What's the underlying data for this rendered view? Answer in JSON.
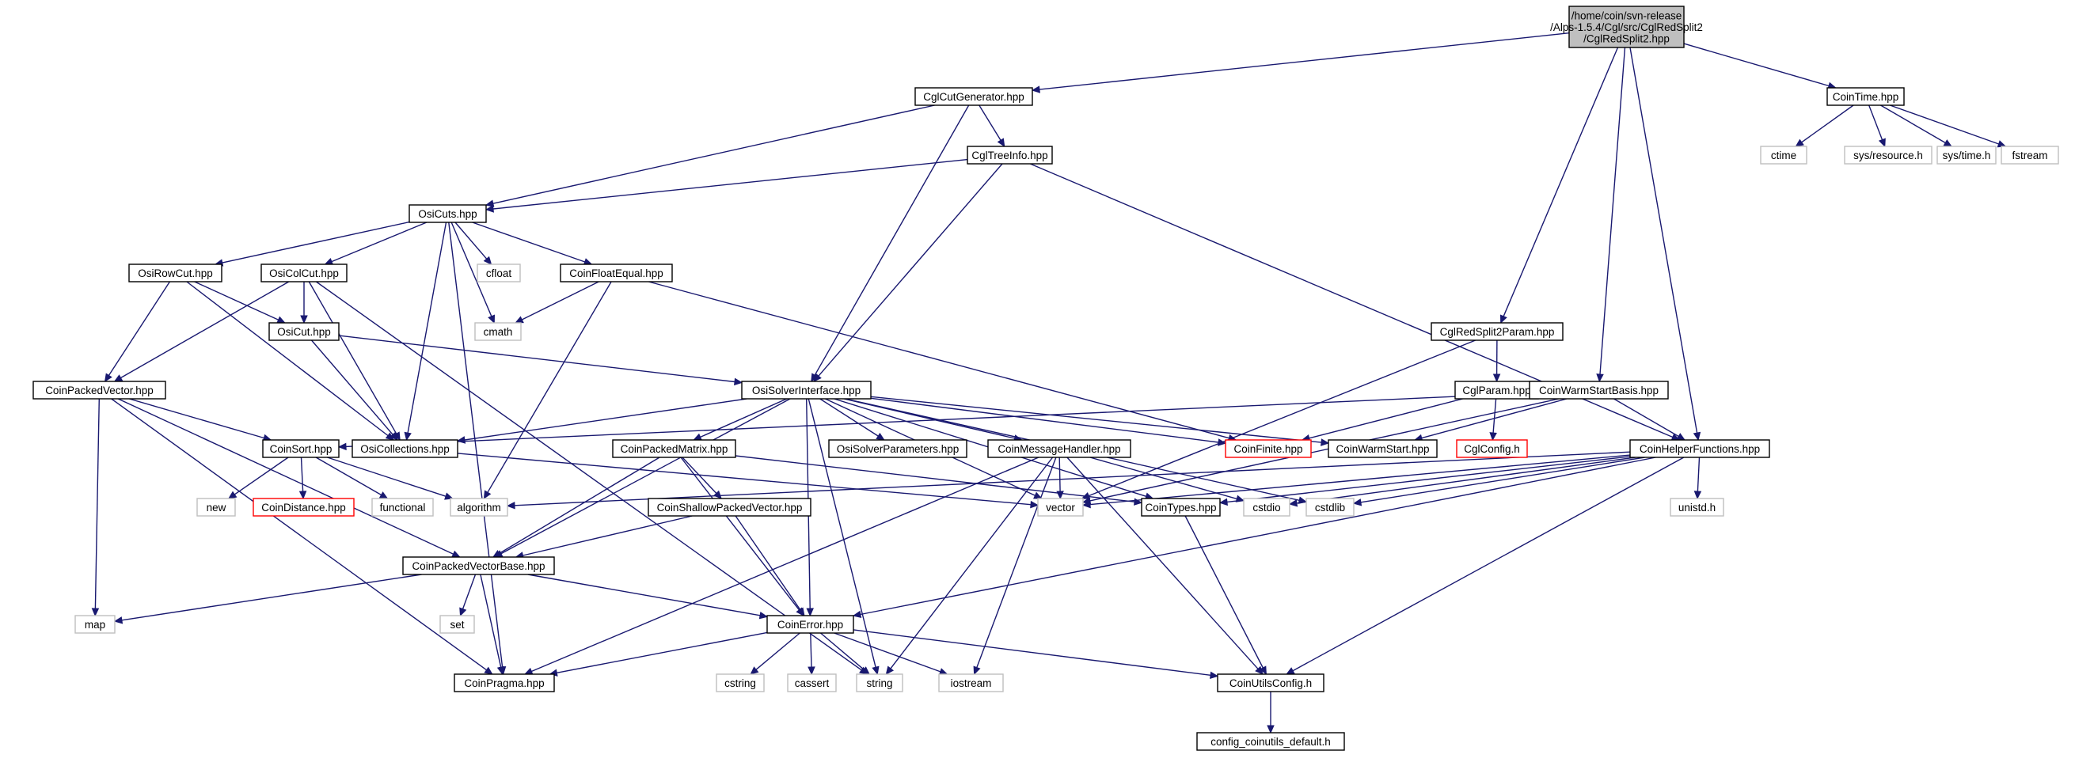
{
  "colors": {
    "edge": "#191970",
    "root_fill": "#bfbfbf",
    "node_border": "#000000",
    "system_border": "#bfbfbf",
    "truncated_border": "#ff0000",
    "text": "#000000"
  },
  "nodes": {
    "root": {
      "lines": [
        "/home/coin/svn-release",
        "/Alps-1.5.4/Cgl/src/CglRedSplit2",
        "/CglRedSplit2.hpp"
      ],
      "kind": "root"
    },
    "cglcutgen": {
      "lines": [
        "CglCutGenerator.hpp"
      ],
      "kind": "normal"
    },
    "cointime": {
      "lines": [
        "CoinTime.hpp"
      ],
      "kind": "normal"
    },
    "ctime": {
      "lines": [
        "ctime"
      ],
      "kind": "system"
    },
    "sysres": {
      "lines": [
        "sys/resource.h"
      ],
      "kind": "system"
    },
    "systime": {
      "lines": [
        "sys/time.h"
      ],
      "kind": "system"
    },
    "fstream": {
      "lines": [
        "fstream"
      ],
      "kind": "system"
    },
    "cgltreeinfo": {
      "lines": [
        "CglTreeInfo.hpp"
      ],
      "kind": "normal"
    },
    "osicuts": {
      "lines": [
        "OsiCuts.hpp"
      ],
      "kind": "normal"
    },
    "osirowcut": {
      "lines": [
        "OsiRowCut.hpp"
      ],
      "kind": "normal"
    },
    "osicolcut": {
      "lines": [
        "OsiColCut.hpp"
      ],
      "kind": "normal"
    },
    "cfloat": {
      "lines": [
        "cfloat"
      ],
      "kind": "system"
    },
    "coinfloatequal": {
      "lines": [
        "CoinFloatEqual.hpp"
      ],
      "kind": "normal"
    },
    "cmath": {
      "lines": [
        "cmath"
      ],
      "kind": "system"
    },
    "osicut": {
      "lines": [
        "OsiCut.hpp"
      ],
      "kind": "normal"
    },
    "cglredsplit2param": {
      "lines": [
        "CglRedSplit2Param.hpp"
      ],
      "kind": "normal"
    },
    "cglparam": {
      "lines": [
        "CglParam.hpp"
      ],
      "kind": "normal"
    },
    "coinwarmstartbasis": {
      "lines": [
        "CoinWarmStartBasis.hpp"
      ],
      "kind": "normal"
    },
    "coinpackedvector": {
      "lines": [
        "CoinPackedVector.hpp"
      ],
      "kind": "normal"
    },
    "osisolverinterface": {
      "lines": [
        "OsiSolverInterface.hpp"
      ],
      "kind": "normal"
    },
    "coinsort": {
      "lines": [
        "CoinSort.hpp"
      ],
      "kind": "normal"
    },
    "osicollections": {
      "lines": [
        "OsiCollections.hpp"
      ],
      "kind": "normal"
    },
    "coinpackedmatrix": {
      "lines": [
        "CoinPackedMatrix.hpp"
      ],
      "kind": "normal"
    },
    "osisolverparams": {
      "lines": [
        "OsiSolverParameters.hpp"
      ],
      "kind": "normal"
    },
    "coinmessagehandler": {
      "lines": [
        "CoinMessageHandler.hpp"
      ],
      "kind": "normal"
    },
    "coinfinite": {
      "lines": [
        "CoinFinite.hpp"
      ],
      "kind": "truncated"
    },
    "coinwarmstart": {
      "lines": [
        "CoinWarmStart.hpp"
      ],
      "kind": "normal"
    },
    "cglconfig": {
      "lines": [
        "CglConfig.h"
      ],
      "kind": "truncated"
    },
    "coinhelperfunctions": {
      "lines": [
        "CoinHelperFunctions.hpp"
      ],
      "kind": "normal"
    },
    "new": {
      "lines": [
        "new"
      ],
      "kind": "system"
    },
    "coindistance": {
      "lines": [
        "CoinDistance.hpp"
      ],
      "kind": "truncated"
    },
    "functional": {
      "lines": [
        "functional"
      ],
      "kind": "system"
    },
    "algorithm": {
      "lines": [
        "algorithm"
      ],
      "kind": "system"
    },
    "coinshallowpackedvector": {
      "lines": [
        "CoinShallowPackedVector.hpp"
      ],
      "kind": "normal"
    },
    "vector": {
      "lines": [
        "vector"
      ],
      "kind": "system"
    },
    "cointypes": {
      "lines": [
        "CoinTypes.hpp"
      ],
      "kind": "normal"
    },
    "cstdio": {
      "lines": [
        "cstdio"
      ],
      "kind": "system"
    },
    "cstdlib": {
      "lines": [
        "cstdlib"
      ],
      "kind": "system"
    },
    "unistd": {
      "lines": [
        "unistd.h"
      ],
      "kind": "system"
    },
    "coinpackedvectorbase": {
      "lines": [
        "CoinPackedVectorBase.hpp"
      ],
      "kind": "normal"
    },
    "map": {
      "lines": [
        "map"
      ],
      "kind": "system"
    },
    "set": {
      "lines": [
        "set"
      ],
      "kind": "system"
    },
    "coinerror": {
      "lines": [
        "CoinError.hpp"
      ],
      "kind": "normal"
    },
    "coinpragma": {
      "lines": [
        "CoinPragma.hpp"
      ],
      "kind": "normal"
    },
    "cstring": {
      "lines": [
        "cstring"
      ],
      "kind": "system"
    },
    "cassert": {
      "lines": [
        "cassert"
      ],
      "kind": "system"
    },
    "string": {
      "lines": [
        "string"
      ],
      "kind": "system"
    },
    "iostream": {
      "lines": [
        "iostream"
      ],
      "kind": "system"
    },
    "coinutilsconfig": {
      "lines": [
        "CoinUtilsConfig.h"
      ],
      "kind": "normal"
    },
    "configdefault": {
      "lines": [
        "config_coinutils_default.h"
      ],
      "kind": "normal"
    }
  },
  "edges": [
    [
      "root",
      "cglcutgen"
    ],
    [
      "root",
      "cointime"
    ],
    [
      "root",
      "cglredsplit2param"
    ],
    [
      "root",
      "coinwarmstartbasis"
    ],
    [
      "root",
      "coinhelperfunctions"
    ],
    [
      "cointime",
      "ctime"
    ],
    [
      "cointime",
      "sysres"
    ],
    [
      "cointime",
      "systime"
    ],
    [
      "cointime",
      "fstream"
    ],
    [
      "cglcutgen",
      "osicuts"
    ],
    [
      "cglcutgen",
      "cgltreeinfo"
    ],
    [
      "cglcutgen",
      "osisolverinterface"
    ],
    [
      "cgltreeinfo",
      "osicuts"
    ],
    [
      "cgltreeinfo",
      "osisolverinterface"
    ],
    [
      "cgltreeinfo",
      "coinhelperfunctions"
    ],
    [
      "osicuts",
      "osirowcut"
    ],
    [
      "osicuts",
      "osicolcut"
    ],
    [
      "osicuts",
      "cfloat"
    ],
    [
      "osicuts",
      "coinfloatequal"
    ],
    [
      "osicuts",
      "cmath"
    ],
    [
      "osicuts",
      "osicollections"
    ],
    [
      "osicuts",
      "coinpragma"
    ],
    [
      "osirowcut",
      "osicut"
    ],
    [
      "osirowcut",
      "coinpackedvector"
    ],
    [
      "osirowcut",
      "osicollections"
    ],
    [
      "osicolcut",
      "osicut"
    ],
    [
      "osicolcut",
      "coinpackedvector"
    ],
    [
      "osicolcut",
      "osicollections"
    ],
    [
      "osicolcut",
      "string"
    ],
    [
      "coinfloatequal",
      "cmath"
    ],
    [
      "coinfloatequal",
      "algorithm"
    ],
    [
      "coinfloatequal",
      "coinfinite"
    ],
    [
      "osicut",
      "osicollections"
    ],
    [
      "osicut",
      "osisolverinterface"
    ],
    [
      "coinpackedvector",
      "coinsort"
    ],
    [
      "coinpackedvector",
      "map"
    ],
    [
      "coinpackedvector",
      "coinpragma"
    ],
    [
      "coinpackedvector",
      "coinpackedvectorbase"
    ],
    [
      "cglredsplit2param",
      "cglparam"
    ],
    [
      "cglredsplit2param",
      "vector"
    ],
    [
      "cglparam",
      "coinfinite"
    ],
    [
      "cglparam",
      "cglconfig"
    ],
    [
      "coinwarmstartbasis",
      "coinsort"
    ],
    [
      "coinwarmstartbasis",
      "coinwarmstart"
    ],
    [
      "coinwarmstartbasis",
      "coinhelperfunctions"
    ],
    [
      "coinwarmstartbasis",
      "vector"
    ],
    [
      "osisolverinterface",
      "osicollections"
    ],
    [
      "osisolverinterface",
      "coinpackedmatrix"
    ],
    [
      "osisolverinterface",
      "osisolverparams"
    ],
    [
      "osisolverinterface",
      "coinmessagehandler"
    ],
    [
      "osisolverinterface",
      "coinfinite"
    ],
    [
      "osisolverinterface",
      "coinwarmstart"
    ],
    [
      "osisolverinterface",
      "cointypes"
    ],
    [
      "osisolverinterface",
      "cstdlib"
    ],
    [
      "osisolverinterface",
      "vector"
    ],
    [
      "osisolverinterface",
      "string"
    ],
    [
      "osisolverinterface",
      "coinerror"
    ],
    [
      "osisolverinterface",
      "coinpackedvectorbase"
    ],
    [
      "coinsort",
      "new"
    ],
    [
      "coinsort",
      "coindistance"
    ],
    [
      "coinsort",
      "functional"
    ],
    [
      "coinsort",
      "algorithm"
    ],
    [
      "osicollections",
      "vector"
    ],
    [
      "coinpackedmatrix",
      "coinshallowpackedvector"
    ],
    [
      "coinpackedmatrix",
      "coinerror"
    ],
    [
      "coinpackedmatrix",
      "coinpackedvectorbase"
    ],
    [
      "coinpackedmatrix",
      "cointypes"
    ],
    [
      "coinmessagehandler",
      "vector"
    ],
    [
      "coinmessagehandler",
      "cstdio"
    ],
    [
      "coinmessagehandler",
      "string"
    ],
    [
      "coinmessagehandler",
      "iostream"
    ],
    [
      "coinmessagehandler",
      "coinpragma"
    ],
    [
      "coinmessagehandler",
      "coinutilsconfig"
    ],
    [
      "coinhelperfunctions",
      "algorithm"
    ],
    [
      "coinhelperfunctions",
      "vector"
    ],
    [
      "coinhelperfunctions",
      "cstdio"
    ],
    [
      "coinhelperfunctions",
      "cstdlib"
    ],
    [
      "coinhelperfunctions",
      "unistd"
    ],
    [
      "coinhelperfunctions",
      "coinerror"
    ],
    [
      "coinhelperfunctions",
      "coinutilsconfig"
    ],
    [
      "coinhelperfunctions",
      "cointypes"
    ],
    [
      "coinshallowpackedvector",
      "coinpackedvectorbase"
    ],
    [
      "coinshallowpackedvector",
      "coinerror"
    ],
    [
      "cointypes",
      "coinutilsconfig"
    ],
    [
      "coinpackedvectorbase",
      "map"
    ],
    [
      "coinpackedvectorbase",
      "set"
    ],
    [
      "coinpackedvectorbase",
      "coinpragma"
    ],
    [
      "coinpackedvectorbase",
      "coinerror"
    ],
    [
      "coinerror",
      "cstring"
    ],
    [
      "coinerror",
      "cassert"
    ],
    [
      "coinerror",
      "string"
    ],
    [
      "coinerror",
      "iostream"
    ],
    [
      "coinerror",
      "coinpragma"
    ],
    [
      "coinerror",
      "coinutilsconfig"
    ],
    [
      "coinutilsconfig",
      "configdefault"
    ]
  ]
}
